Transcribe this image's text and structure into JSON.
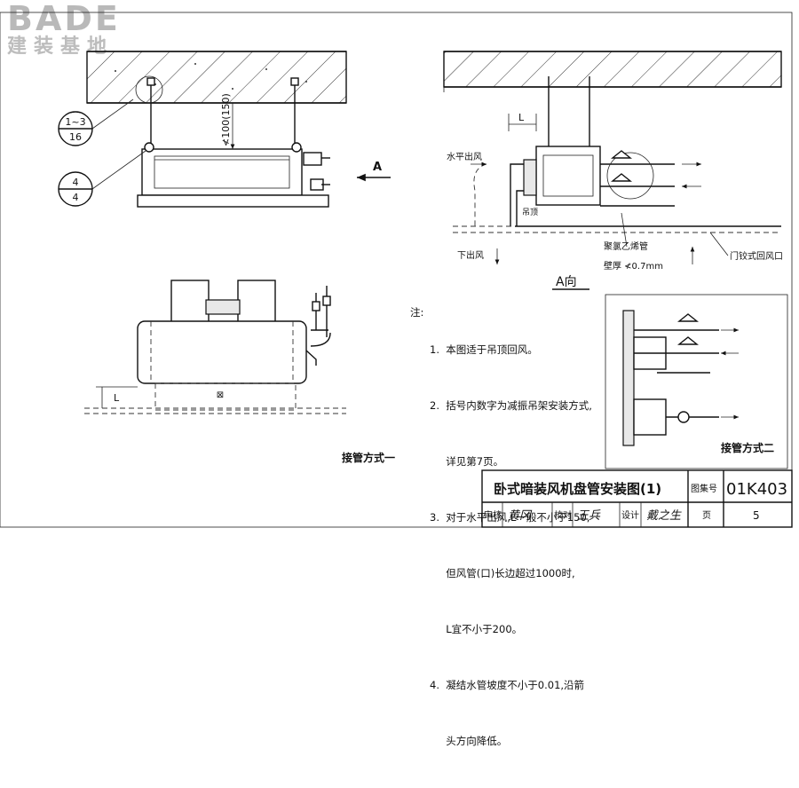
{
  "logo": {
    "brand": "BADE",
    "subtitle": "建装基地"
  },
  "markers": {
    "top_circle_numerator": "1~3",
    "top_circle_denominator": "16",
    "bottom_circle_numerator": "4",
    "bottom_circle_denominator": "4"
  },
  "dimensions": {
    "hanger_height": "≮100(150)",
    "l_top": "L",
    "l_bottom": "L",
    "wall_thickness": "壁厚 ≮0.7mm"
  },
  "arrow_a": "A",
  "view_a": {
    "title": "A向",
    "horizontal_outlet": "水平出风",
    "bottom_outlet": "下出风",
    "hanger": "吊顶",
    "insulation": "聚氯乙烯管",
    "return_grille": "门铰式回风口"
  },
  "notes": {
    "label": "注:",
    "lines": [
      "1.  本图适于吊顶回风。",
      "2.  括号内数字为减振吊架安装方式,",
      "     详见第7页。",
      "3.  对于水平出风,L一般不小于150,",
      "     但风管(口)长边超过1000时,",
      "     L宜不小于200。",
      "4.  凝结水管坡度不小于0.01,沿箭",
      "     头方向降低。"
    ]
  },
  "captions": {
    "method_one": "接管方式一",
    "method_two": "接管方式二"
  },
  "title_block": {
    "title": "卧式暗装风机盘管安装图(1)",
    "atlas_label": "图集号",
    "atlas_number": "01K403",
    "review_label": "审核",
    "review_sign": "黄冈",
    "check_label": "校对",
    "check_sign": "王兵",
    "design_label": "设计",
    "design_sign": "戴之生",
    "page_label": "页",
    "page_number": "5"
  }
}
